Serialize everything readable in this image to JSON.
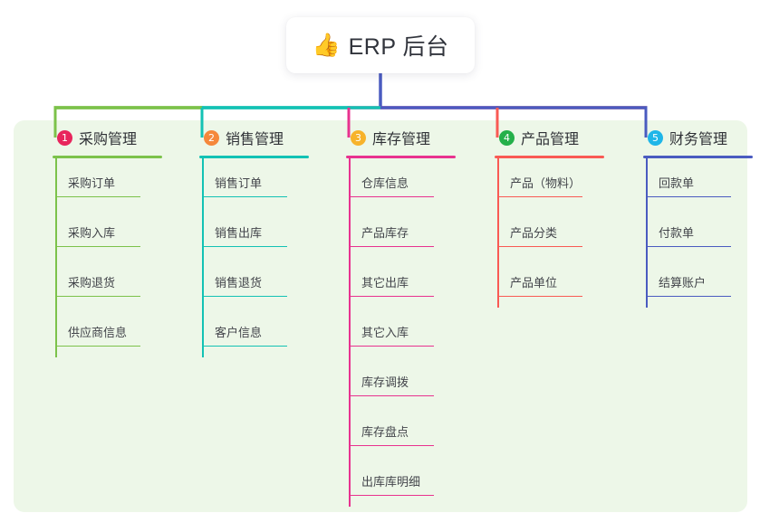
{
  "root": {
    "icon": "thumbs-up-icon",
    "emoji": "👍",
    "title": "ERP 后台"
  },
  "palette": {
    "panel_background": "#edf7e8",
    "page_background": "#ffffff",
    "trunk": "#4a5bc0",
    "text": "#3b3b3b"
  },
  "columns": [
    {
      "number": "1",
      "title": "采购管理",
      "badge_color": "#e8255c",
      "line_color": "#7cc24a",
      "items": [
        {
          "label": "采购订单"
        },
        {
          "label": "采购入库"
        },
        {
          "label": "采购退货"
        },
        {
          "label": "供应商信息"
        }
      ]
    },
    {
      "number": "2",
      "title": "销售管理",
      "badge_color": "#f5883b",
      "line_color": "#13c2b4",
      "items": [
        {
          "label": "销售订单"
        },
        {
          "label": "销售出库"
        },
        {
          "label": "销售退货"
        },
        {
          "label": "客户信息"
        }
      ]
    },
    {
      "number": "3",
      "title": "库存管理",
      "badge_color": "#f7b günstig",
      "line_color": "#e8328f",
      "items": [
        {
          "label": "仓库信息"
        },
        {
          "label": "产品库存"
        },
        {
          "label": "其它出库"
        },
        {
          "label": "其它入库"
        },
        {
          "label": "库存调拨"
        },
        {
          "label": "库存盘点"
        },
        {
          "label": "出库库明细"
        }
      ]
    },
    {
      "number": "4",
      "title": "产品管理",
      "badge_color": "#25b04a",
      "line_color": "#f95a54",
      "items": [
        {
          "label": "产品（物料）"
        },
        {
          "label": "产品分类"
        },
        {
          "label": "产品单位"
        }
      ]
    },
    {
      "number": "5",
      "title": "财务管理",
      "badge_color": "#1fb6e8",
      "line_color": "#4a5bc0",
      "items": [
        {
          "label": "回款单"
        },
        {
          "label": "付款单"
        },
        {
          "label": "结算账户"
        }
      ]
    }
  ]
}
